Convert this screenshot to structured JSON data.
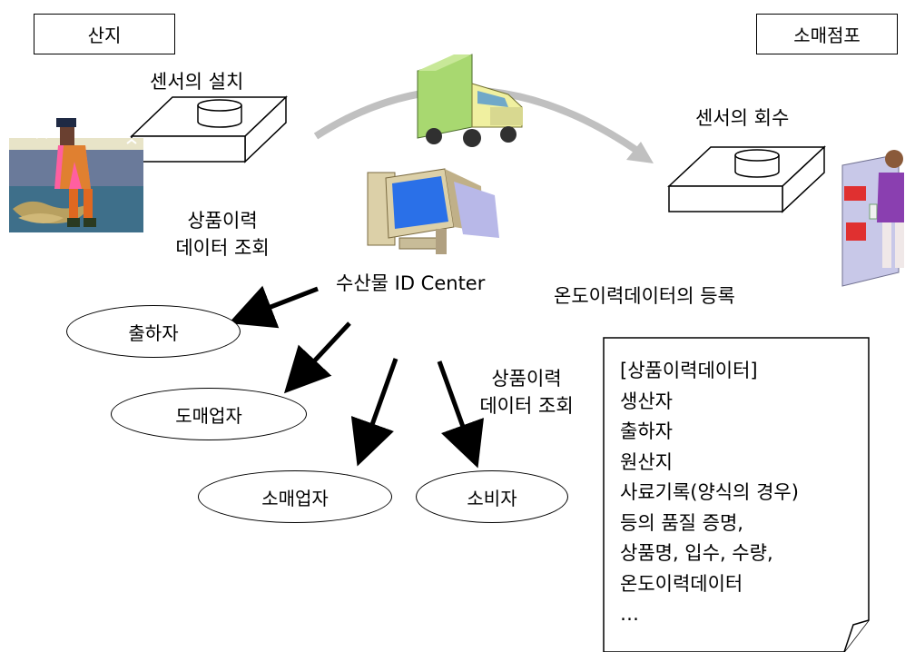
{
  "origin_label": "산지",
  "retail_label": "소매점포",
  "sensor_install": "센서의 설치",
  "sensor_collect": "센서의 회수",
  "query_left": [
    "상품이력",
    "데이터 조회"
  ],
  "center_label": "수산물 ID Center",
  "register_label": "온도이력데이터의 등록",
  "query_right": [
    "상품이력",
    "데이터 조회"
  ],
  "nodes": {
    "shipper": "출하자",
    "wholesaler": "도매업자",
    "retailer": "소매업자",
    "consumer": "소비자"
  },
  "document_lines": [
    "[상품이력데이터]",
    "생산자",
    "출하자",
    "원산지",
    "사료기록(양식의 경우)",
    "등의 품질 증명,",
    "상품명, 입수, 수량,",
    "온도이력데이터",
    "…"
  ],
  "icons": [
    "fisherman-illustration",
    "truck-illustration",
    "computer-illustration",
    "shopper-illustration"
  ],
  "colors": {
    "arc": "#c0c0c0",
    "truck_body": "#a8d870",
    "screen": "#2a70e8",
    "shirt": "#8a3fb0"
  }
}
